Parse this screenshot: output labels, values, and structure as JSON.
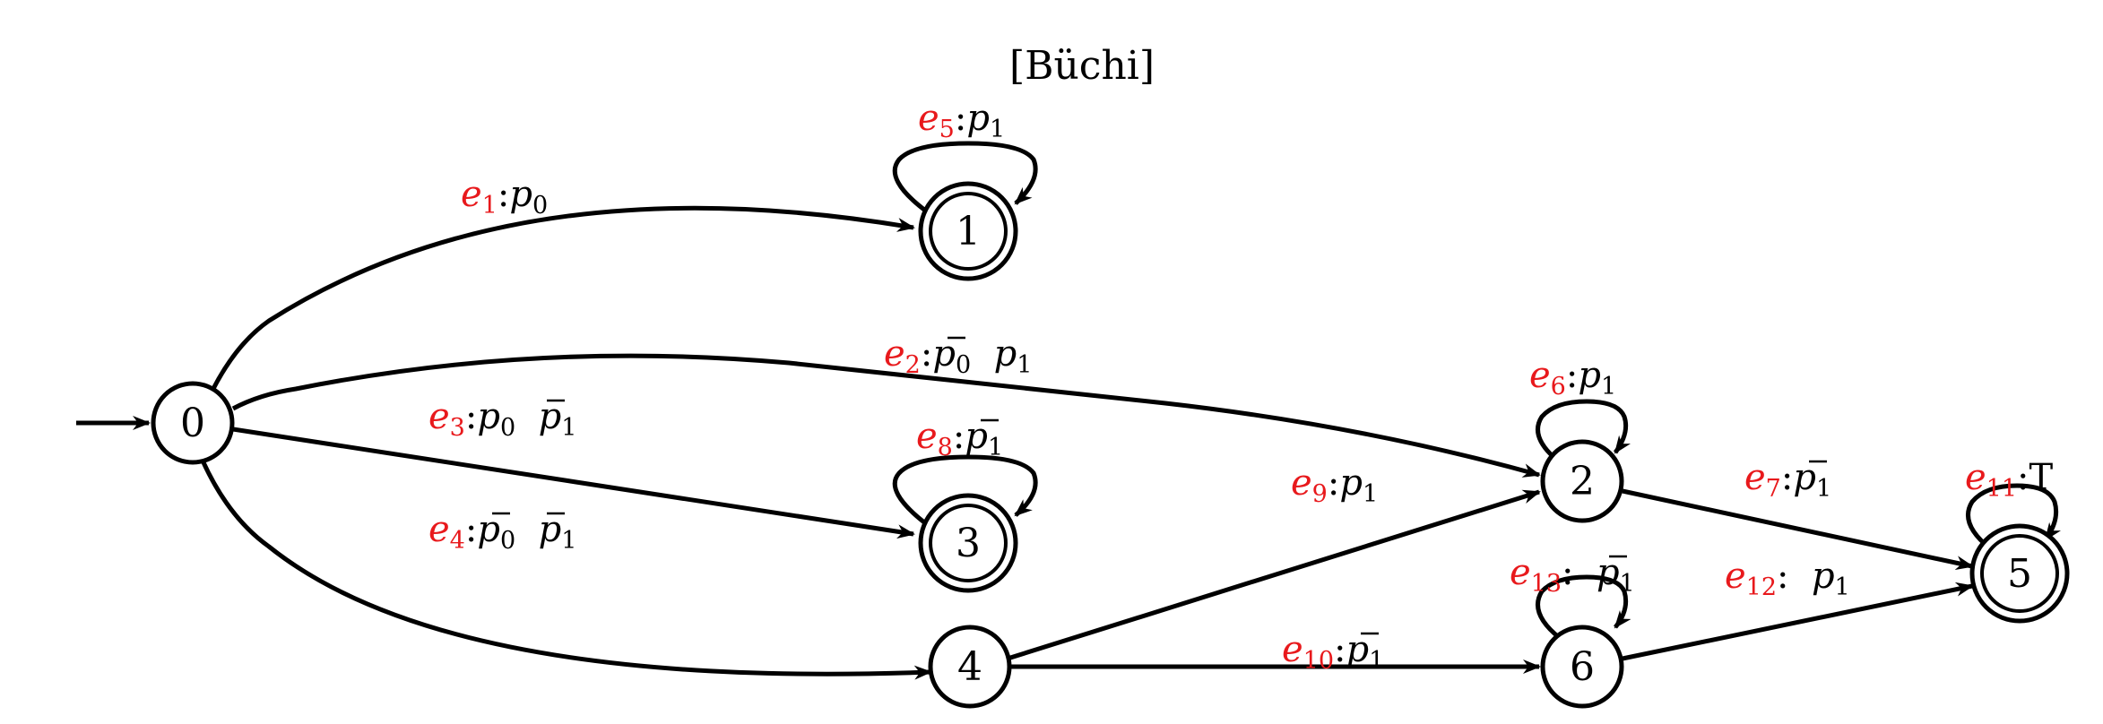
{
  "title": "[Büchi]",
  "nodes": [
    {
      "id": "0",
      "label": "0",
      "accepting": false,
      "initial": true
    },
    {
      "id": "1",
      "label": "1",
      "accepting": true
    },
    {
      "id": "2",
      "label": "2",
      "accepting": false
    },
    {
      "id": "3",
      "label": "3",
      "accepting": true
    },
    {
      "id": "4",
      "label": "4",
      "accepting": false
    },
    {
      "id": "5",
      "label": "5",
      "accepting": true
    },
    {
      "id": "6",
      "label": "6",
      "accepting": false
    }
  ],
  "edges": [
    {
      "event": "e",
      "index": "1",
      "from": "0",
      "to": "1",
      "guard": [
        {
          "p": "p",
          "s": "0",
          "neg": false
        }
      ]
    },
    {
      "event": "e",
      "index": "2",
      "from": "0",
      "to": "2",
      "guard": [
        {
          "p": "p",
          "s": "0",
          "neg": true
        },
        {
          "p": "p",
          "s": "1",
          "neg": false
        }
      ]
    },
    {
      "event": "e",
      "index": "3",
      "from": "0",
      "to": "3",
      "guard": [
        {
          "p": "p",
          "s": "0",
          "neg": false
        },
        {
          "p": "p",
          "s": "1",
          "neg": true
        }
      ]
    },
    {
      "event": "e",
      "index": "4",
      "from": "0",
      "to": "4",
      "guard": [
        {
          "p": "p",
          "s": "0",
          "neg": true
        },
        {
          "p": "p",
          "s": "1",
          "neg": true
        }
      ]
    },
    {
      "event": "e",
      "index": "5",
      "from": "1",
      "to": "1",
      "guard": [
        {
          "p": "p",
          "s": "1",
          "neg": false
        }
      ]
    },
    {
      "event": "e",
      "index": "6",
      "from": "2",
      "to": "2",
      "guard": [
        {
          "p": "p",
          "s": "1",
          "neg": false
        }
      ]
    },
    {
      "event": "e",
      "index": "7",
      "from": "2",
      "to": "5",
      "guard": [
        {
          "p": "p",
          "s": "1",
          "neg": true
        }
      ]
    },
    {
      "event": "e",
      "index": "8",
      "from": "3",
      "to": "3",
      "guard": [
        {
          "p": "p",
          "s": "1",
          "neg": true
        }
      ]
    },
    {
      "event": "e",
      "index": "9",
      "from": "4",
      "to": "2",
      "guard": [
        {
          "p": "p",
          "s": "1",
          "neg": false
        }
      ]
    },
    {
      "event": "e",
      "index": "10",
      "from": "4",
      "to": "6",
      "guard": [
        {
          "p": "p",
          "s": "1",
          "neg": true
        }
      ]
    },
    {
      "event": "e",
      "index": "11",
      "from": "5",
      "to": "5",
      "guard": [
        {
          "p": "T",
          "s": "",
          "neg": false
        }
      ]
    },
    {
      "event": "e",
      "index": "12",
      "from": "6",
      "to": "5",
      "guard": [
        {
          "p": "p",
          "s": "1",
          "neg": false
        }
      ]
    },
    {
      "event": "e",
      "index": "13",
      "from": "6",
      "to": "6",
      "guard": [
        {
          "p": "p",
          "s": "1",
          "neg": true
        }
      ]
    }
  ]
}
